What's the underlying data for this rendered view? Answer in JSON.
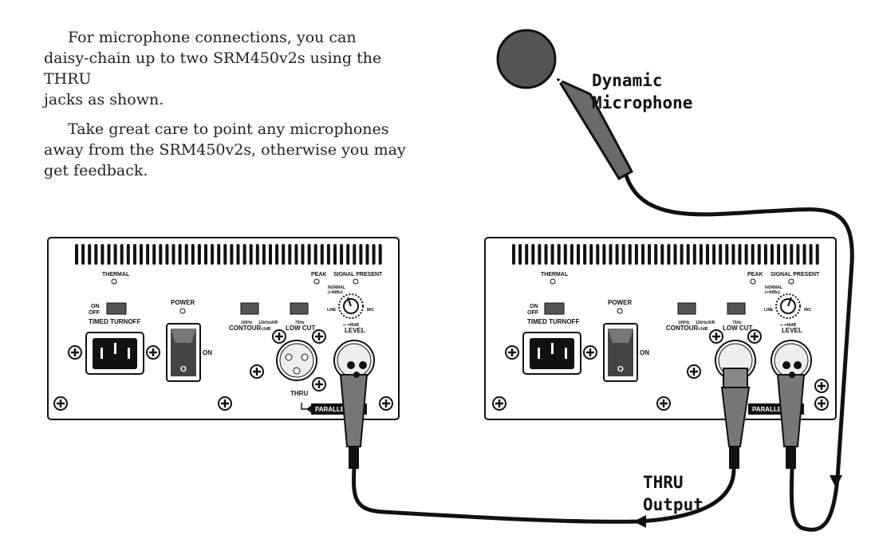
{
  "intro": {
    "paragraph1_line1": "For microphone connections, you can",
    "paragraph1_line2": "daisy-chain up to two SRM450v2s using the THRU",
    "paragraph1_line3": "jacks as shown.",
    "paragraph2_line1": "Take great care to point any microphones",
    "paragraph2_line2": "away from the SRM450v2s, otherwise you may",
    "paragraph2_line3": "get feedback."
  },
  "callouts": {
    "mic_line1": "Dynamic",
    "mic_line2": "Microphone",
    "thru_line1": "THRU",
    "thru_line2": "Output"
  },
  "panel": {
    "thermal": "THERMAL",
    "peak": "PEAK",
    "signal_present": "SIGNAL PRESENT",
    "on_label": "ON",
    "off_label": "OFF",
    "timed_turnoff": "TIMED TURNOFF",
    "power": "POWER",
    "power_on": "ON",
    "power_o": "O",
    "contour": "CONTOUR",
    "contour_left": "100Hz",
    "contour_right": "12kHz/AIR",
    "contour_gain": "+3dB",
    "low_cut": "LOW CUT",
    "low_cut_freq": "75Hz",
    "normal": "NORMAL",
    "normal_sub": "(+4dBu)",
    "line": "LINE",
    "mic": "MIC",
    "level_range": "∞  +40dB",
    "level": "LEVEL",
    "thru": "THRU",
    "parallel": "PARALLEL"
  }
}
